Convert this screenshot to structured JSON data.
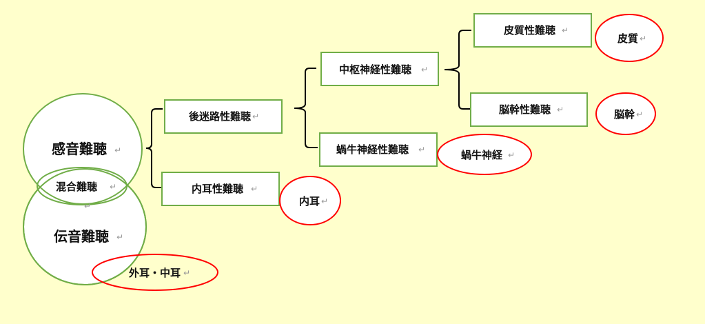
{
  "nodes": {
    "sensorineural": "感音難聴",
    "mixed": "混合難聴",
    "conductive": "伝音難聴",
    "retrocochlear": "後迷路性難聴",
    "inner_ear_hl": "内耳性難聴",
    "central": "中枢神経性難聴",
    "cochlear_nerve_hl": "蝸牛神経性難聴",
    "cortical": "皮質性難聴",
    "brainstem_hl": "脳幹性難聴"
  },
  "sites": {
    "outer_middle_ear": "外耳・中耳",
    "inner_ear": "内耳",
    "cochlear_nerve": "蝸牛神経",
    "cortex": "皮質",
    "brainstem": "脳幹"
  },
  "return_mark": "↵",
  "colors": {
    "background": "#ffffcc",
    "node_border": "#70ad47",
    "site_border": "#ff0000"
  }
}
